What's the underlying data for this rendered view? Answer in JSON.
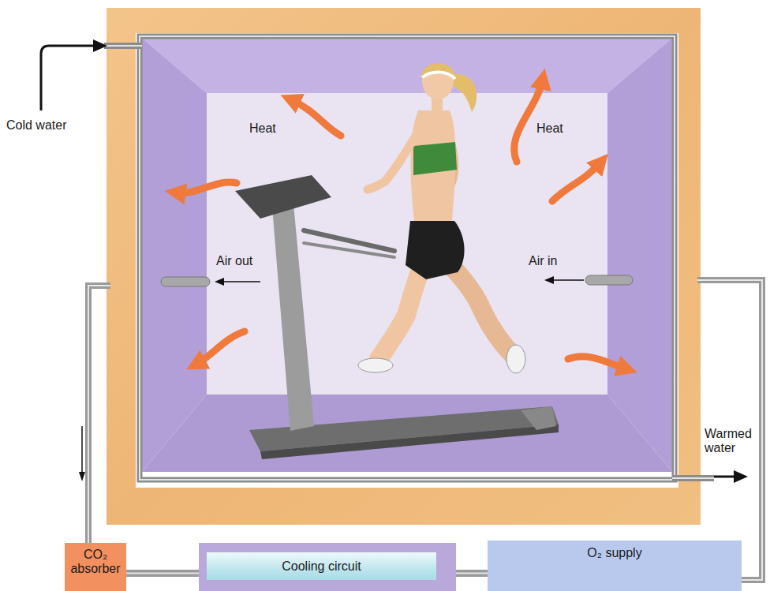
{
  "diagram": {
    "nodes": [
      {
        "text": [
          "CO₂ absorber"
        ]
      },
      {
        "text": [
          "Cooling circuit"
        ]
      },
      {
        "text": [
          "O₂ supply"
        ]
      }
    ],
    "edges": [
      {
        "from": 0,
        "to": 1,
        "arrow": "none"
      },
      {
        "from": 1,
        "to": 2,
        "arrow": "none"
      }
    ],
    "labels": [
      "Cold water",
      "Heat",
      "Heat",
      "Air out",
      "Air in",
      "Warmed water"
    ]
  }
}
